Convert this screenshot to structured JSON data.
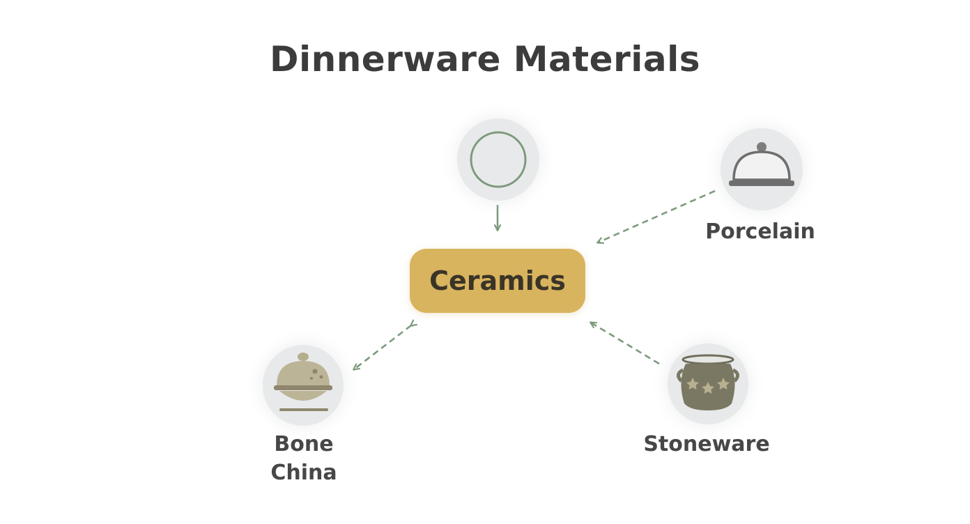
{
  "title": "Dinnerware Materials",
  "center": {
    "label": "Ceramics",
    "color": "#d9b45e"
  },
  "nodes": {
    "top": {
      "icon": "plate-icon"
    },
    "porcelain": {
      "label": "Porcelain",
      "icon": "cloche-icon"
    },
    "bone_china": {
      "label_line1": "Bone",
      "label_line2": "China",
      "icon": "covered-dish-icon"
    },
    "stoneware": {
      "label": "Stoneware",
      "icon": "pot-icon"
    }
  },
  "colors": {
    "connector": "#7c9a7c",
    "text": "#3c3c3c",
    "icon_background": "#e8e9ea"
  }
}
